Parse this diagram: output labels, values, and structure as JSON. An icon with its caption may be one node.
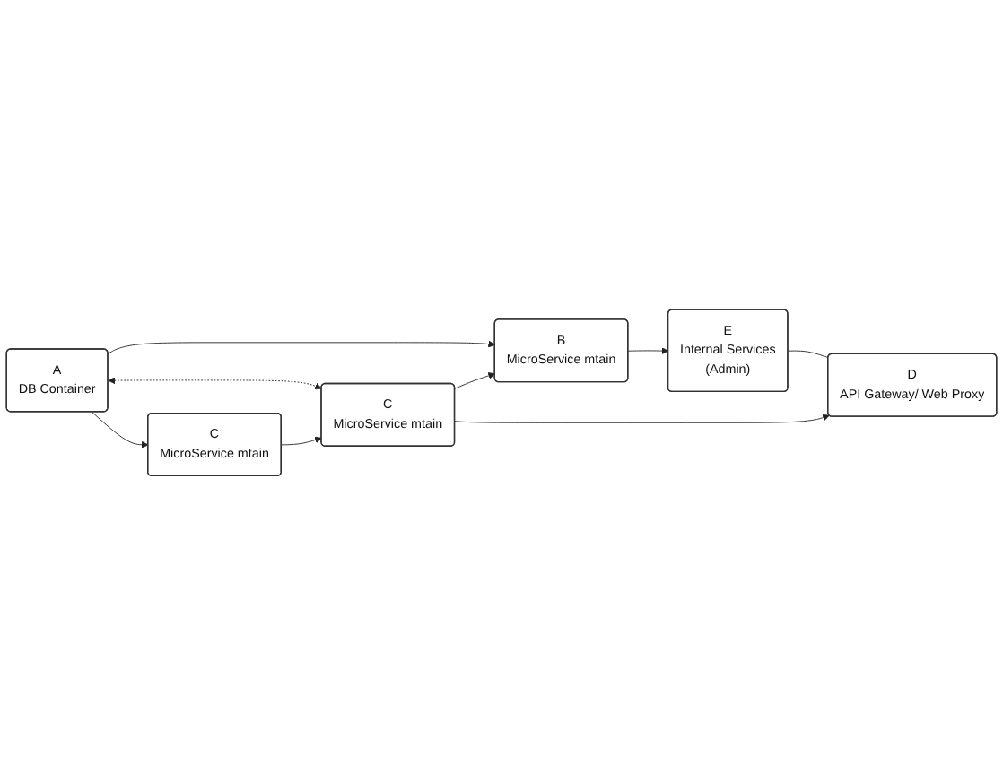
{
  "diagram": {
    "nodes": [
      {
        "text": [
          "A",
          "DB Container"
        ]
      },
      {
        "text": [
          "B",
          "MicroService mtain"
        ]
      },
      {
        "text": [
          "E",
          "Internal Services",
          "(Admin)"
        ]
      },
      {
        "text": [
          "C",
          "MicroService mtain"
        ]
      },
      {
        "text": [
          "D",
          "API Gateway/ Web Proxy"
        ]
      },
      {
        "text": [
          "C",
          "MicroService mtain"
        ]
      }
    ],
    "edges": [
      {
        "from": 0,
        "to": 1,
        "arrow": "to"
      },
      {
        "from": 0,
        "to": 3,
        "arrow": "both",
        "style": "dashed"
      },
      {
        "from": 0,
        "to": 5,
        "arrow": "to"
      },
      {
        "from": 3,
        "to": 1,
        "arrow": "to"
      },
      {
        "from": 5,
        "to": 3,
        "arrow": "to"
      },
      {
        "from": 1,
        "to": 2,
        "arrow": "to"
      },
      {
        "from": 3,
        "to": 4,
        "arrow": "to"
      },
      {
        "from": 2,
        "to": 4,
        "arrow": "none"
      }
    ]
  }
}
